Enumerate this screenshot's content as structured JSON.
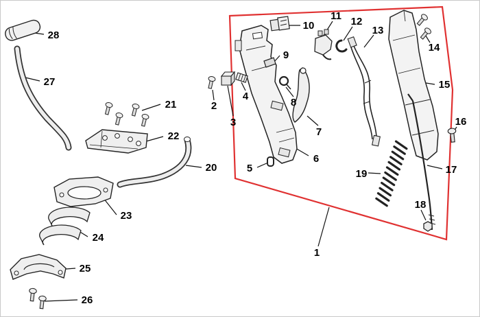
{
  "figure": {
    "type": "exploded-parts-diagram",
    "highlight_color": "#e03131",
    "line_color": "#1a1a1a"
  },
  "parts": [
    {
      "label": "1"
    },
    {
      "label": "2"
    },
    {
      "label": "3"
    },
    {
      "label": "4"
    },
    {
      "label": "5"
    },
    {
      "label": "6"
    },
    {
      "label": "7"
    },
    {
      "label": "8"
    },
    {
      "label": "9"
    },
    {
      "label": "10"
    },
    {
      "label": "11"
    },
    {
      "label": "12"
    },
    {
      "label": "13"
    },
    {
      "label": "14"
    },
    {
      "label": "15"
    },
    {
      "label": "16"
    },
    {
      "label": "17"
    },
    {
      "label": "18"
    },
    {
      "label": "19"
    },
    {
      "label": "20"
    },
    {
      "label": "21"
    },
    {
      "label": "22"
    },
    {
      "label": "23"
    },
    {
      "label": "24"
    },
    {
      "label": "25"
    },
    {
      "label": "26"
    },
    {
      "label": "27"
    },
    {
      "label": "28"
    }
  ]
}
